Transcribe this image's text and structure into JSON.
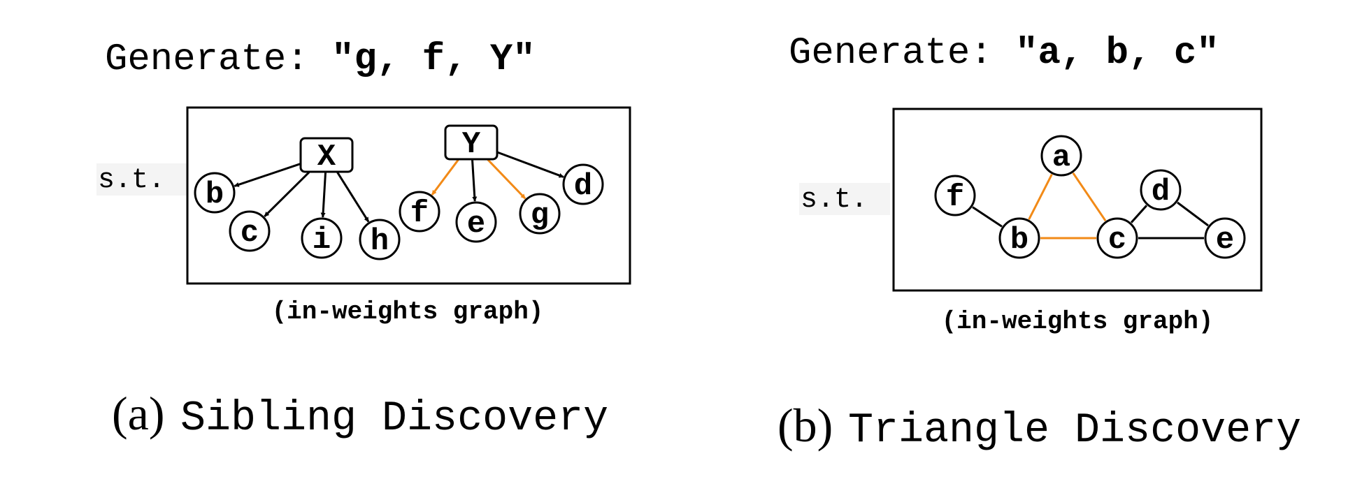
{
  "panels": [
    {
      "id": "sibling",
      "generate_prefix": "Generate: ",
      "generate_target": "\"g, f, Y\"",
      "st_label": "s.t.",
      "graph_caption": "(in-weights graph)",
      "caption_letter": "(a)",
      "caption_title": "Sibling Discovery",
      "directed": true,
      "nodes": [
        {
          "id": "X",
          "label": "X",
          "shape": "box"
        },
        {
          "id": "Y",
          "label": "Y",
          "shape": "box"
        },
        {
          "id": "b",
          "label": "b",
          "shape": "circle"
        },
        {
          "id": "c",
          "label": "c",
          "shape": "circle"
        },
        {
          "id": "i",
          "label": "i",
          "shape": "circle"
        },
        {
          "id": "h",
          "label": "h",
          "shape": "circle"
        },
        {
          "id": "f",
          "label": "f",
          "shape": "circle"
        },
        {
          "id": "e",
          "label": "e",
          "shape": "circle"
        },
        {
          "id": "g",
          "label": "g",
          "shape": "circle"
        },
        {
          "id": "d",
          "label": "d",
          "shape": "circle"
        }
      ],
      "edges": [
        {
          "from": "X",
          "to": "b",
          "highlight": false
        },
        {
          "from": "X",
          "to": "c",
          "highlight": false
        },
        {
          "from": "X",
          "to": "i",
          "highlight": false
        },
        {
          "from": "X",
          "to": "h",
          "highlight": false
        },
        {
          "from": "Y",
          "to": "f",
          "highlight": true
        },
        {
          "from": "Y",
          "to": "e",
          "highlight": false
        },
        {
          "from": "Y",
          "to": "g",
          "highlight": true
        },
        {
          "from": "Y",
          "to": "d",
          "highlight": false
        }
      ]
    },
    {
      "id": "triangle",
      "generate_prefix": "Generate: ",
      "generate_target": "\"a, b, c\"",
      "st_label": "s.t.",
      "graph_caption": "(in-weights graph)",
      "caption_letter": "(b)",
      "caption_title": "Triangle Discovery",
      "directed": false,
      "nodes": [
        {
          "id": "a",
          "label": "a",
          "shape": "circle"
        },
        {
          "id": "f",
          "label": "f",
          "shape": "circle"
        },
        {
          "id": "d",
          "label": "d",
          "shape": "circle"
        },
        {
          "id": "b",
          "label": "b",
          "shape": "circle"
        },
        {
          "id": "c",
          "label": "c",
          "shape": "circle"
        },
        {
          "id": "e",
          "label": "e",
          "shape": "circle"
        }
      ],
      "edges": [
        {
          "from": "a",
          "to": "b",
          "highlight": true
        },
        {
          "from": "a",
          "to": "c",
          "highlight": true
        },
        {
          "from": "b",
          "to": "c",
          "highlight": true
        },
        {
          "from": "f",
          "to": "b",
          "highlight": false
        },
        {
          "from": "c",
          "to": "d",
          "highlight": false
        },
        {
          "from": "c",
          "to": "e",
          "highlight": false
        },
        {
          "from": "d",
          "to": "e",
          "highlight": false
        }
      ]
    }
  ],
  "colors": {
    "edge": "#000000",
    "highlight": "#f28a17",
    "st_background": "#f4f4f4"
  }
}
